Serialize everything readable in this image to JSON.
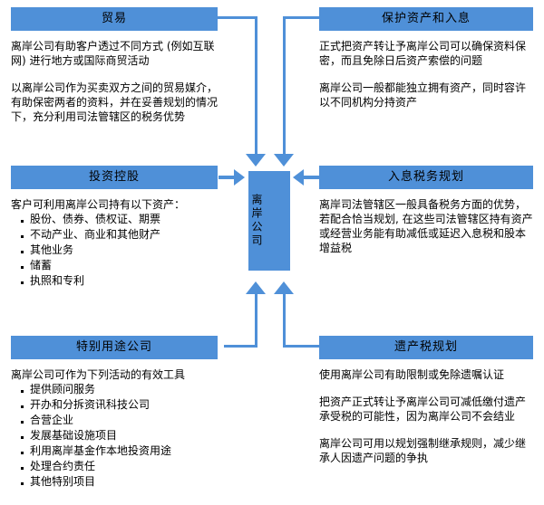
{
  "theme": {
    "accent": "#4f90d8",
    "text": "#000000",
    "background": "#ffffff"
  },
  "hub": {
    "label": "离岸公司"
  },
  "panels": {
    "trade": {
      "title": "贸易",
      "paragraphs": [
        "离岸公司有助客户透过不同方式 (例如互联网) 进行地方或国际商贸活动",
        "以离岸公司作为买卖双方之间的贸易媒介，有助保密两者的资料，并在妥善规划的情况下，充分利用司法管辖区的税务优势"
      ]
    },
    "asset_protection": {
      "title": "保护资产和入息",
      "paragraphs": [
        "正式把资产转让予离岸公司可以确保资料保密，而且免除日后资产索偿的问题",
        "离岸公司一般都能独立拥有资产，同时容许以不同机构分持资产"
      ]
    },
    "investment_holding": {
      "title": "投资控股",
      "intro": "客户可利用离岸公司持有以下资产：",
      "items": [
        "股份、债券、债权证、期票",
        "不动产业、商业和其他财产",
        "其他业务",
        "储蓄",
        "执照和专利"
      ]
    },
    "income_tax_planning": {
      "title": "入息税务规划",
      "paragraphs": [
        "离岸司法管辖区一般具备税务方面的优势，若配合恰当规划, 在这些司法管辖区持有资产或经营业务能有助减低或延迟入息税和股本增益税"
      ]
    },
    "special_purpose": {
      "title": "特别用途公司",
      "intro": "离岸公司可作为下列活动的有效工具",
      "items": [
        "提供顾问服务",
        "开办和分拆资讯科技公司",
        "合营企业",
        "发展基础设施项目",
        "利用离岸基金作本地投资用途",
        "处理合约责任",
        "其他特别项目"
      ]
    },
    "estate_tax_planning": {
      "title": "遗产税规划",
      "paragraphs": [
        "使用离岸公司有助限制或免除遗嘱认证",
        "把资产正式转让予离岸公司可减低缴付遗产承受税的可能性，因为离岸公司不会结业",
        "离岸公司可用以规划强制继承规则，减少继承人因遗产问题的争执"
      ]
    }
  }
}
